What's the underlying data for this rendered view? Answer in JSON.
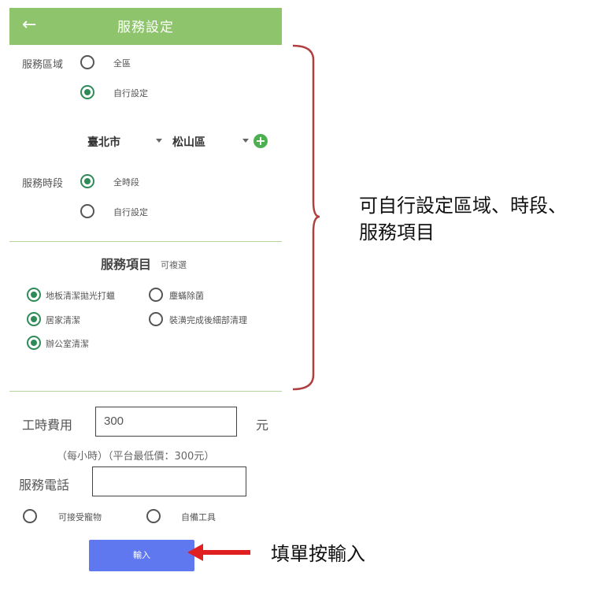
{
  "appbar": {
    "title": "服務設定",
    "back_icon": "arrow-left-icon"
  },
  "area": {
    "label": "服務區域",
    "options": [
      {
        "label": "全區",
        "selected": false
      },
      {
        "label": "自行設定",
        "selected": true
      }
    ],
    "city": "臺北市",
    "district": "松山區",
    "add_icon": "plus-circle-icon"
  },
  "time": {
    "label": "服務時段",
    "options": [
      {
        "label": "全時段",
        "selected": true
      },
      {
        "label": "自行設定",
        "selected": false
      }
    ]
  },
  "items": {
    "title": "服務項目",
    "subtitle": "可複選",
    "options": [
      {
        "label": "地板清潔拋光打蠟",
        "selected": true
      },
      {
        "label": "塵蟎除菌",
        "selected": false
      },
      {
        "label": "居家清潔",
        "selected": true
      },
      {
        "label": "裝潢完成後細部清理",
        "selected": false
      },
      {
        "label": "辦公室清潔",
        "selected": true
      }
    ]
  },
  "fee": {
    "label": "工時費用",
    "value": "300",
    "unit": "元",
    "hint": "（每小時）（平台最低價：300元）"
  },
  "phone": {
    "label": "服務電話",
    "value": ""
  },
  "extras": [
    {
      "label": "可接受寵物",
      "selected": false
    },
    {
      "label": "自備工具",
      "selected": false
    }
  ],
  "submit_label": "輸入",
  "annotations": {
    "brace_text_line1": "可自行設定區域、時段、",
    "brace_text_line2": "服務項目",
    "arrow_text": "填單按輸入"
  },
  "colors": {
    "appbar": "#8ec46c",
    "radio_selected": "#2e8b57",
    "submit": "#5f78f0",
    "brace": "#b04040",
    "arrow": "#e02020"
  }
}
